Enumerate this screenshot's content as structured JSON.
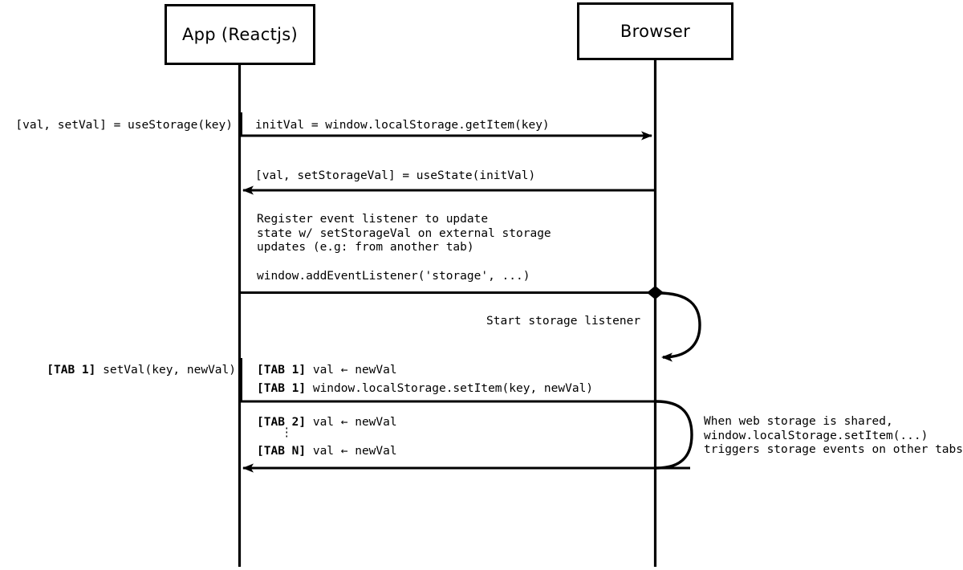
{
  "diagram": {
    "title_type": "uml-sequence-diagram",
    "participants": [
      {
        "id": "app",
        "label": "App (Reactjs)"
      },
      {
        "id": "browser",
        "label": "Browser"
      }
    ],
    "left_labels": {
      "use_storage_call": "[val, setVal] = useStorage(key)",
      "set_val_tag": "[TAB 1]",
      "set_val_call": " setVal(key, newVal)"
    },
    "messages": {
      "get_item": "initVal = window.localStorage.getItem(key)",
      "use_state": "[val, setStorageVal] = useState(initVal)",
      "start_listener": "Start storage listener",
      "tab1_val_tag": "[TAB 1]",
      "tab1_val_text": " val ← newVal",
      "tab1_setitem_tag": "[TAB 1]",
      "tab1_setitem_text": " window.localStorage.setItem(key, newVal)",
      "tab2_tag": "[TAB 2]",
      "tab2_text": " val ← newVal",
      "ellipsis": "⋮",
      "tabn_tag": "[TAB N]",
      "tabn_text": " val ← newVal"
    },
    "notes": {
      "register_listener": "Register event listener to update\nstate w/ setStorageVal on external storage\nupdates (e.g: from another tab)",
      "add_event_listener": "window.addEventListener('storage', ...)",
      "storage_events": "When web storage is shared,\nwindow.localStorage.setItem(...)\ntriggers storage events on other tabs"
    },
    "colors": {
      "stroke": "#000000",
      "background": "#ffffff",
      "text": "#000000"
    }
  }
}
